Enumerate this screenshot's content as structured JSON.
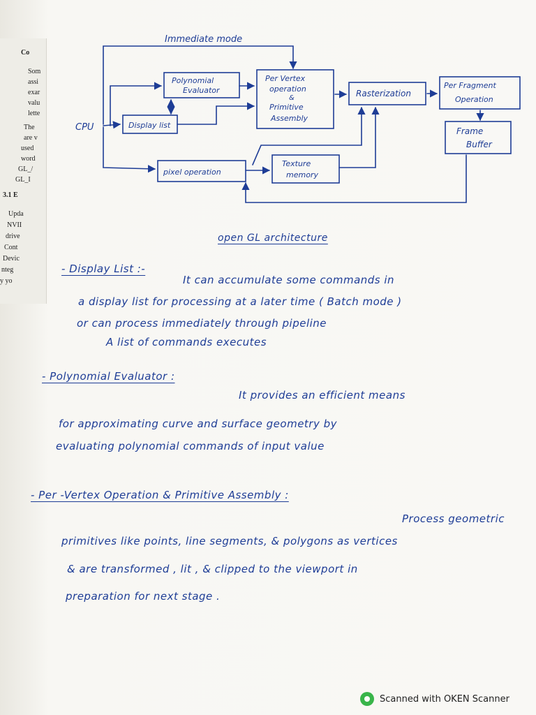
{
  "ghost_page": {
    "header": "Co",
    "lines_top": [
      "Som",
      "assi",
      "exar",
      "valu",
      "lette"
    ],
    "lines_mid": [
      "The",
      "are v",
      "used",
      "word",
      "GL_/",
      "GL_I"
    ],
    "section": "3.1  E",
    "lines_bottom": [
      "Upda",
      "NVII",
      "drive",
      "Cont",
      "Devic",
      "nteg",
      "y yo"
    ]
  },
  "diagram": {
    "immediate_mode": "Immediate mode",
    "cpu": "CPU",
    "display_list": "Display list",
    "polynomial_evaluator": [
      "Polynomial",
      "Evaluator"
    ],
    "per_vertex": [
      "Per Vertex",
      "operation",
      "&",
      "Primitive",
      "Assembly"
    ],
    "rasterization": "Rasterization",
    "per_fragment": [
      "Per Fragment",
      "Operation"
    ],
    "frame_buffer": [
      "Frame",
      "Buffer"
    ],
    "pixel_operation": "pixel operation",
    "texture_memory": [
      "Texture",
      "memory"
    ],
    "caption": "open GL architecture"
  },
  "notes": {
    "display_list_heading": "- Display List :-",
    "display_list_lines": [
      "It can accumulate some commands in",
      "a display list for processing at a later time ( Batch mode )",
      "or  can process immediately  through  pipeline",
      "A list of commands executes"
    ],
    "poly_heading": "- Polynomial  Evaluator :",
    "poly_lines": [
      "It provides an efficient means",
      "for  approximating  curve  and  surface  geometry  by",
      "evaluating  polynomial  commands  of  input  value"
    ],
    "pva_heading": "-  Per -Vertex  Operation  & Primitive Assembly :",
    "pva_lines": [
      "Process geometric",
      "primitives  like  points, line segments, & polygons  as  vertices",
      "&  are  transformed , lit , & clipped  to the  viewport  in",
      "preparation   for next  stage ."
    ]
  },
  "footer": {
    "scanner_text": "Scanned with OKEN Scanner"
  },
  "colors": {
    "ink": "#1e3d96",
    "paper": "#f8f7f3",
    "scanner_logo": "#39b54a"
  }
}
